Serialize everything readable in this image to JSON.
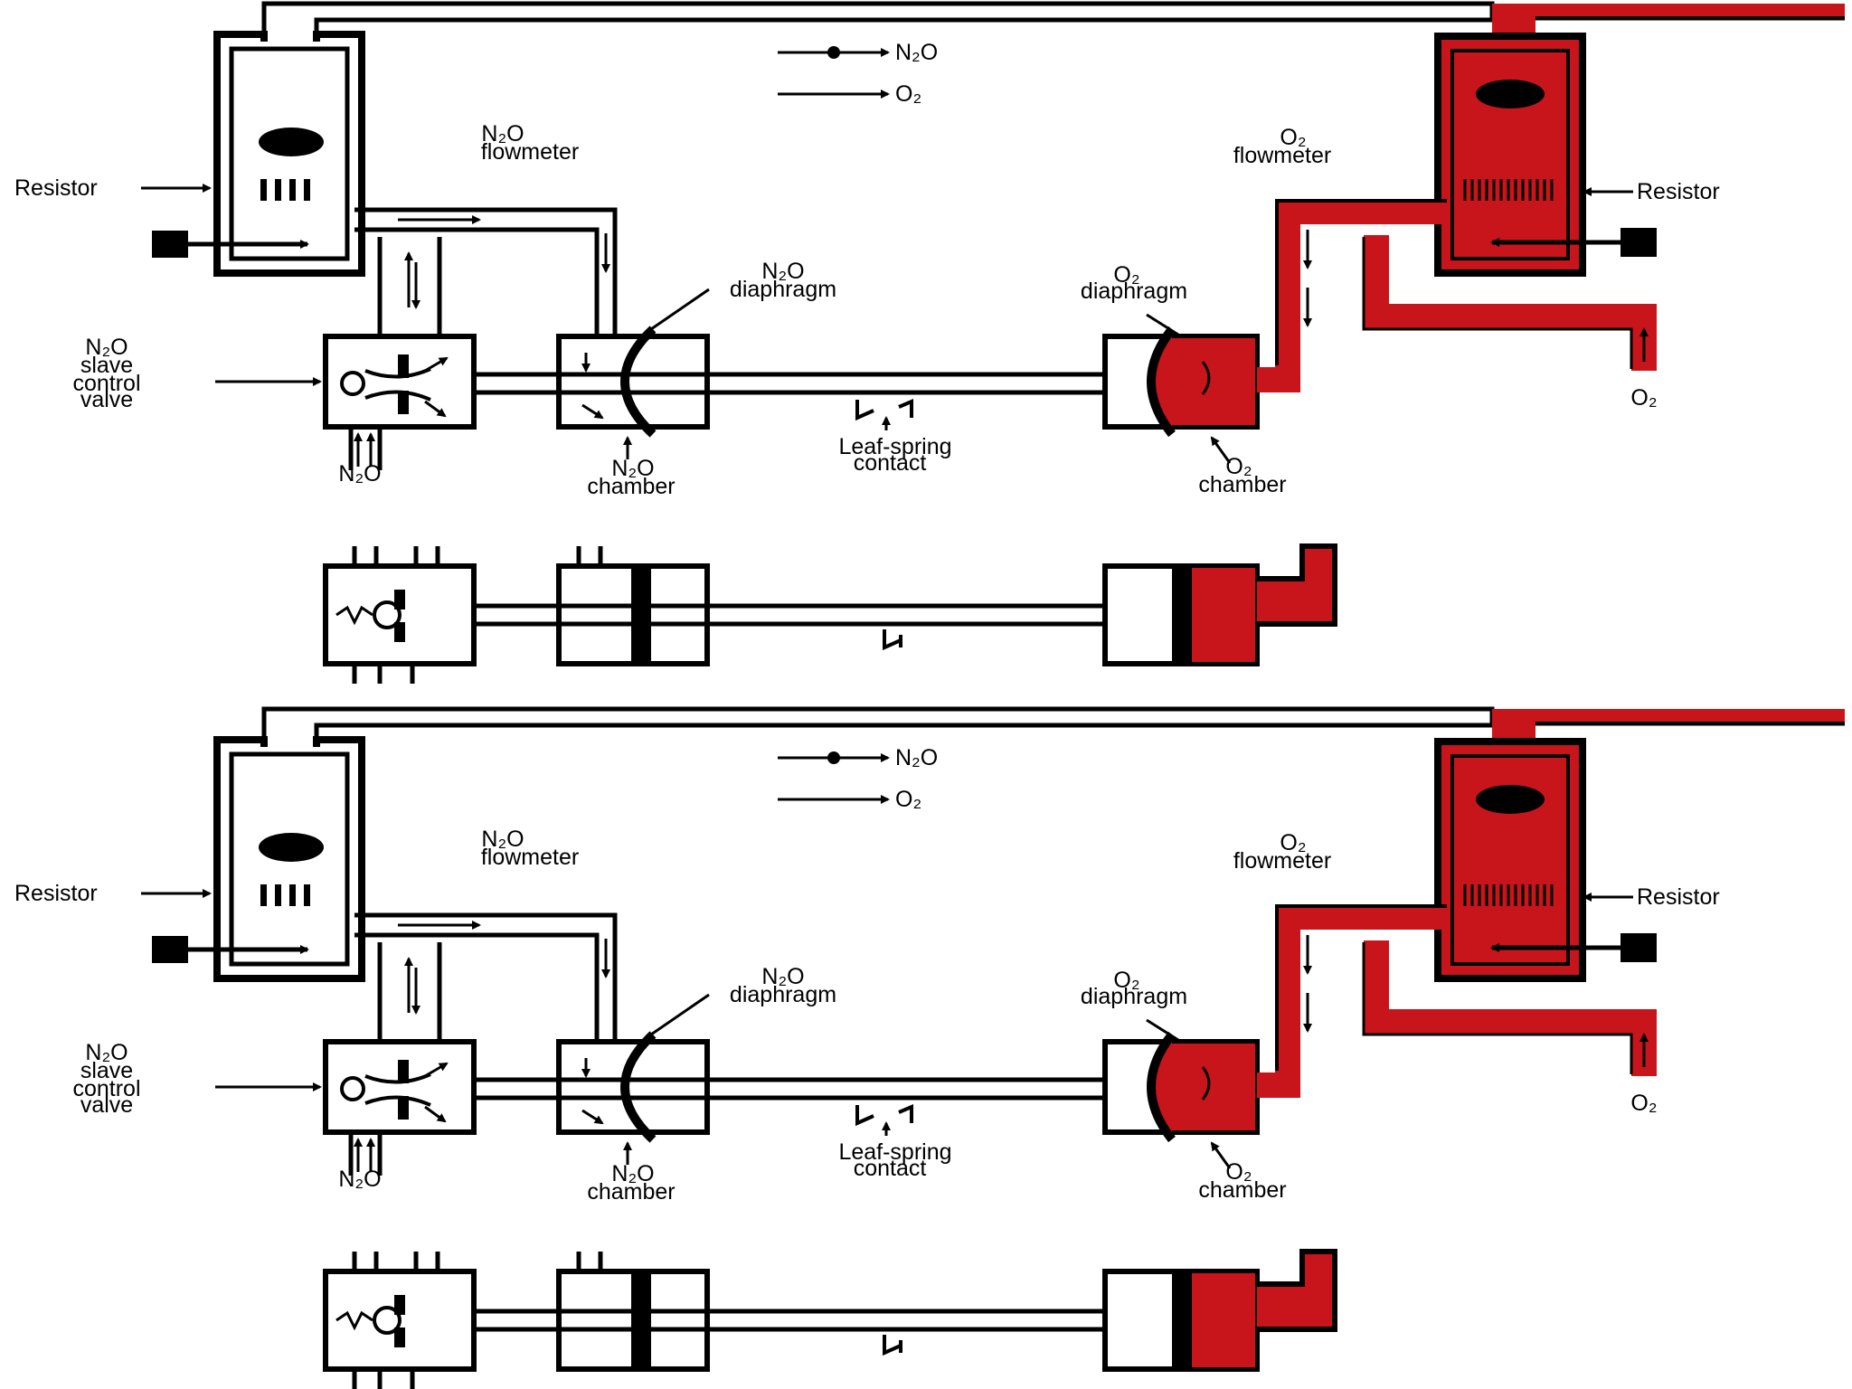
{
  "colors": {
    "oxygen": "#c8151b",
    "line": "#000000",
    "background": "#ffffff"
  },
  "panels": [
    {
      "legend": {
        "n2o": "N₂O",
        "o2": "O₂"
      },
      "labels": {
        "resistor_left": "Resistor",
        "resistor_right": "Resistor",
        "n2o_flowmeter_l1": "N₂O",
        "n2o_flowmeter_l2": "flowmeter",
        "o2_flowmeter_l1": "O₂",
        "o2_flowmeter_l2": "flowmeter",
        "n2o_diaphragm_l1": "N₂O",
        "n2o_diaphragm_l2": "diaphragm",
        "o2_diaphragm_l1": "O₂",
        "o2_diaphragm_l2": "diaphragm",
        "slave_valve_l1": "N₂O",
        "slave_valve_l2": "slave",
        "slave_valve_l3": "control",
        "slave_valve_l4": "valve",
        "n2o_inlet": "N₂O",
        "n2o_chamber_l1": "N₂O",
        "n2o_chamber_l2": "chamber",
        "leaf_spring_l1": "Leaf-spring",
        "leaf_spring_l2": "contact",
        "o2_chamber_l1": "O₂",
        "o2_chamber_l2": "chamber",
        "o2_inlet": "O₂"
      }
    },
    {
      "legend": {
        "n2o": "N₂O",
        "o2": "O₂"
      },
      "labels": {
        "resistor_left": "Resistor",
        "resistor_right": "Resistor",
        "n2o_flowmeter_l1": "N₂O",
        "n2o_flowmeter_l2": "flowmeter",
        "o2_flowmeter_l1": "O₂",
        "o2_flowmeter_l2": "flowmeter",
        "n2o_diaphragm_l1": "N₂O",
        "n2o_diaphragm_l2": "diaphragm",
        "o2_diaphragm_l1": "O₂",
        "o2_diaphragm_l2": "diaphragm",
        "slave_valve_l1": "N₂O",
        "slave_valve_l2": "slave",
        "slave_valve_l3": "control",
        "slave_valve_l4": "valve",
        "n2o_inlet": "N₂O",
        "n2o_chamber_l1": "N₂O",
        "n2o_chamber_l2": "chamber",
        "leaf_spring_l1": "Leaf-spring",
        "leaf_spring_l2": "contact",
        "o2_chamber_l1": "O₂",
        "o2_chamber_l2": "chamber",
        "o2_inlet": "O₂"
      }
    }
  ]
}
